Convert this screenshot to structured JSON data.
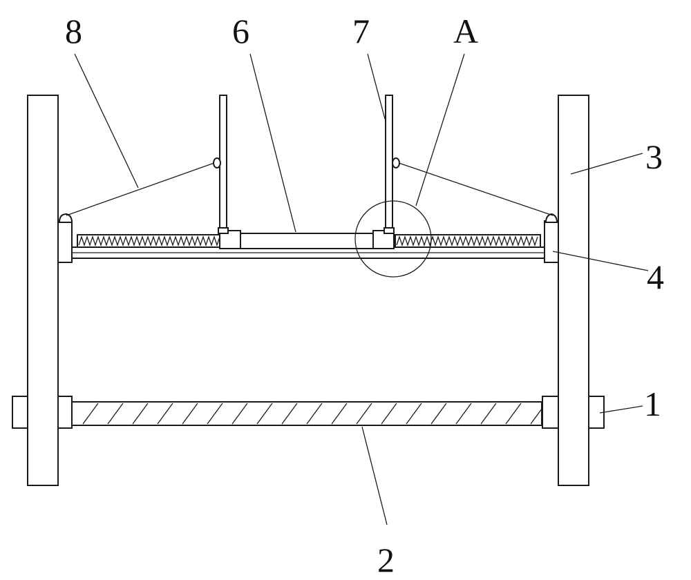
{
  "colors": {
    "line": "#1a1a1a",
    "background": "#ffffff"
  },
  "callouts": [
    {
      "id": "label-8",
      "text": "8"
    },
    {
      "id": "label-6",
      "text": "6"
    },
    {
      "id": "label-7",
      "text": "7"
    },
    {
      "id": "label-A",
      "text": "A"
    },
    {
      "id": "label-3",
      "text": "3"
    },
    {
      "id": "label-4",
      "text": "4"
    },
    {
      "id": "label-1",
      "text": "1"
    },
    {
      "id": "label-2",
      "text": "2"
    }
  ]
}
